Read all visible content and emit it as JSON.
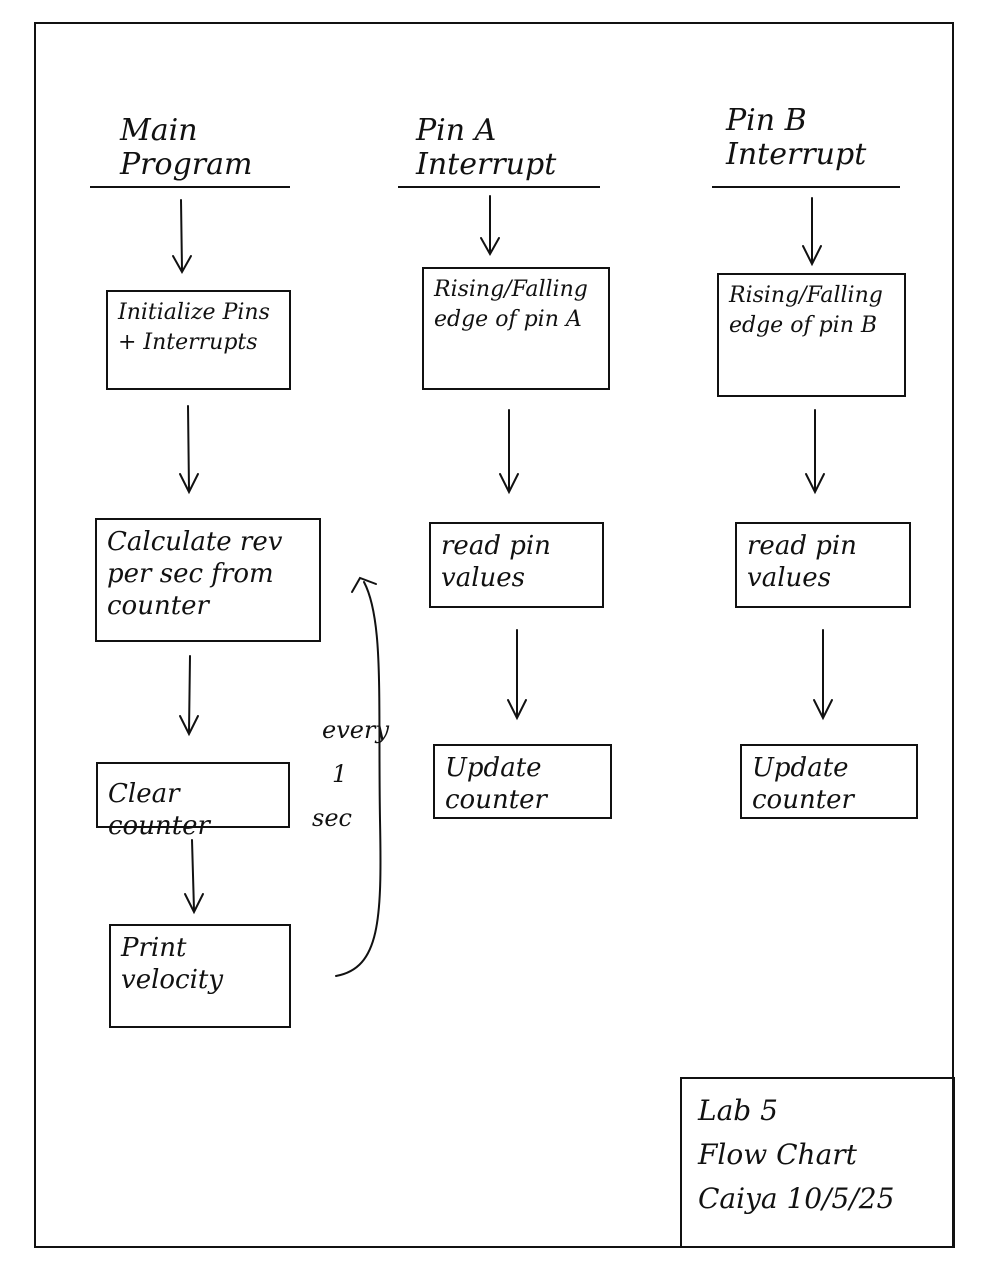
{
  "columns": [
    {
      "title_line1": "Main",
      "title_line2": "Program",
      "steps": [
        "Initialize Pins + Interrupts",
        "Calculate rev per sec from counter",
        "Clear counter",
        "Print velocity"
      ]
    },
    {
      "title_line1": "Pin A",
      "title_line2": "Interrupt",
      "steps": [
        "Rising/Falling edge of pin A",
        "read pin values",
        "Update counter"
      ]
    },
    {
      "title_line1": "Pin B",
      "title_line2": "Interrupt",
      "steps": [
        "Rising/Falling edge of pin B",
        "read pin values",
        "Update counter"
      ]
    }
  ],
  "loop_note": {
    "line1": "every",
    "line2": "1",
    "line3": "sec"
  },
  "signature": {
    "line1": "Lab 5",
    "line2": "Flow Chart",
    "line3": "Caiya 10/5/25"
  }
}
